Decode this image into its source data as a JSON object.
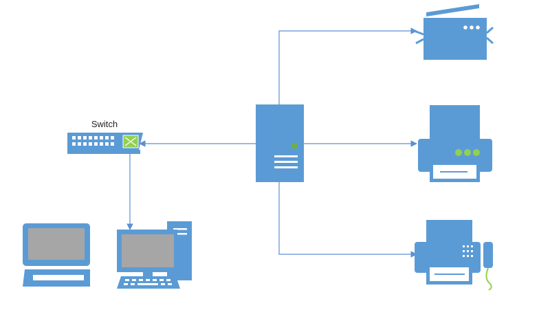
{
  "diagram": {
    "switch_label": "Switch"
  },
  "nodes": [
    {
      "id": "switch",
      "icon": "network-switch-icon",
      "label": "Switch"
    },
    {
      "id": "server",
      "icon": "server-tower-icon"
    },
    {
      "id": "laptop",
      "icon": "laptop-icon"
    },
    {
      "id": "desktop",
      "icon": "desktop-computer-icon"
    },
    {
      "id": "scanner",
      "icon": "scanner-icon"
    },
    {
      "id": "printer",
      "icon": "printer-icon"
    },
    {
      "id": "fax",
      "icon": "fax-machine-icon"
    }
  ],
  "edges": [
    {
      "from": "server",
      "to": "switch"
    },
    {
      "from": "switch",
      "to": "desktop"
    },
    {
      "from": "server",
      "to": "scanner"
    },
    {
      "from": "server",
      "to": "printer"
    },
    {
      "from": "server",
      "to": "fax"
    }
  ],
  "colors": {
    "icon_blue": "#5b9bd5",
    "connector": "#5b8fd4",
    "screen_gray": "#a6a6a6",
    "switch_accent": "#92d050",
    "power_led": "#70ad47"
  }
}
